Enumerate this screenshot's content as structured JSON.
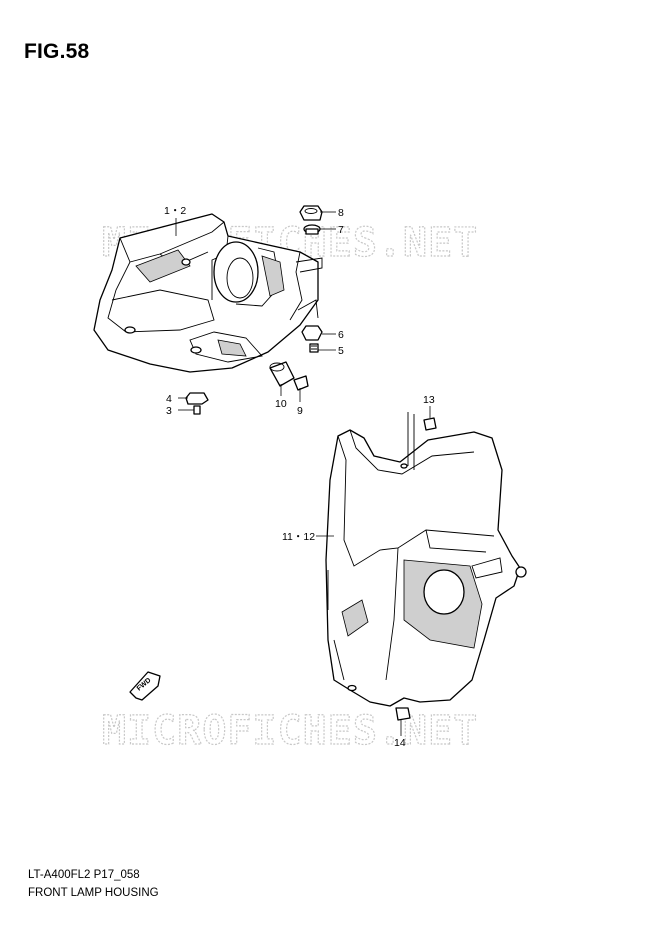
{
  "figure": {
    "title": "FIG.58",
    "code": "LT-A400FL2 P17_058",
    "name": "FRONT LAMP HOUSING"
  },
  "watermark": "MICROFICHES.NET",
  "fwd_arrow_label": "FWD",
  "callouts": {
    "c12": "1・2",
    "c8": "8",
    "c7": "7",
    "c6": "6",
    "c5": "5",
    "c4": "4",
    "c3": "3",
    "c10": "10",
    "c9": "9",
    "c13": "13",
    "c1112": "11・12",
    "c14": "14"
  },
  "colors": {
    "line": "#000000",
    "watermark": "#c8c8c8",
    "shade": "#cfcfcf"
  }
}
